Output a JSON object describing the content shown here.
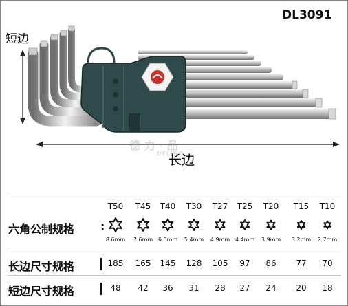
{
  "model": "DL3091",
  "diagram": {
    "short_label": "短边",
    "long_label": "长边"
  },
  "watermark": {
    "main": "德 力 · 品",
    "sub": "DELIGO"
  },
  "table": {
    "sizes": [
      "T50",
      "T45",
      "T40",
      "T30",
      "T27",
      "T25",
      "T20",
      "T15",
      "T10"
    ],
    "tip_diameters": [
      "8.6mm",
      "7.6mm",
      "6.5mm",
      "5.4mm",
      "4.9mm",
      "4.4mm",
      "3.9mm",
      "3.2mm",
      "2.7mm"
    ],
    "long_arm": [
      "185",
      "165",
      "145",
      "128",
      "105",
      "97",
      "86",
      "77",
      "70"
    ],
    "short_arm": [
      "48",
      "42",
      "36",
      "31",
      "28",
      "27",
      "24",
      "20",
      "18"
    ],
    "rows": [
      {
        "label": "六角公制规格"
      },
      {
        "label": "长边尺寸规格"
      },
      {
        "label": "短边尺寸规格"
      }
    ],
    "profile_icon": "torx-star-icon"
  }
}
